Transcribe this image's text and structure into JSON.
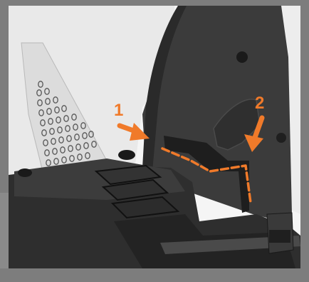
{
  "illustration": {
    "subject": "printer-part-installation",
    "steps": [
      {
        "label": "1"
      },
      {
        "label": "2"
      }
    ]
  },
  "colors": {
    "frame": "#7d7d7d",
    "body_dark": "#3a3a3a",
    "body_darker": "#262626",
    "highlight": "#f07a2a",
    "panel_light": "#f2f2f2"
  }
}
